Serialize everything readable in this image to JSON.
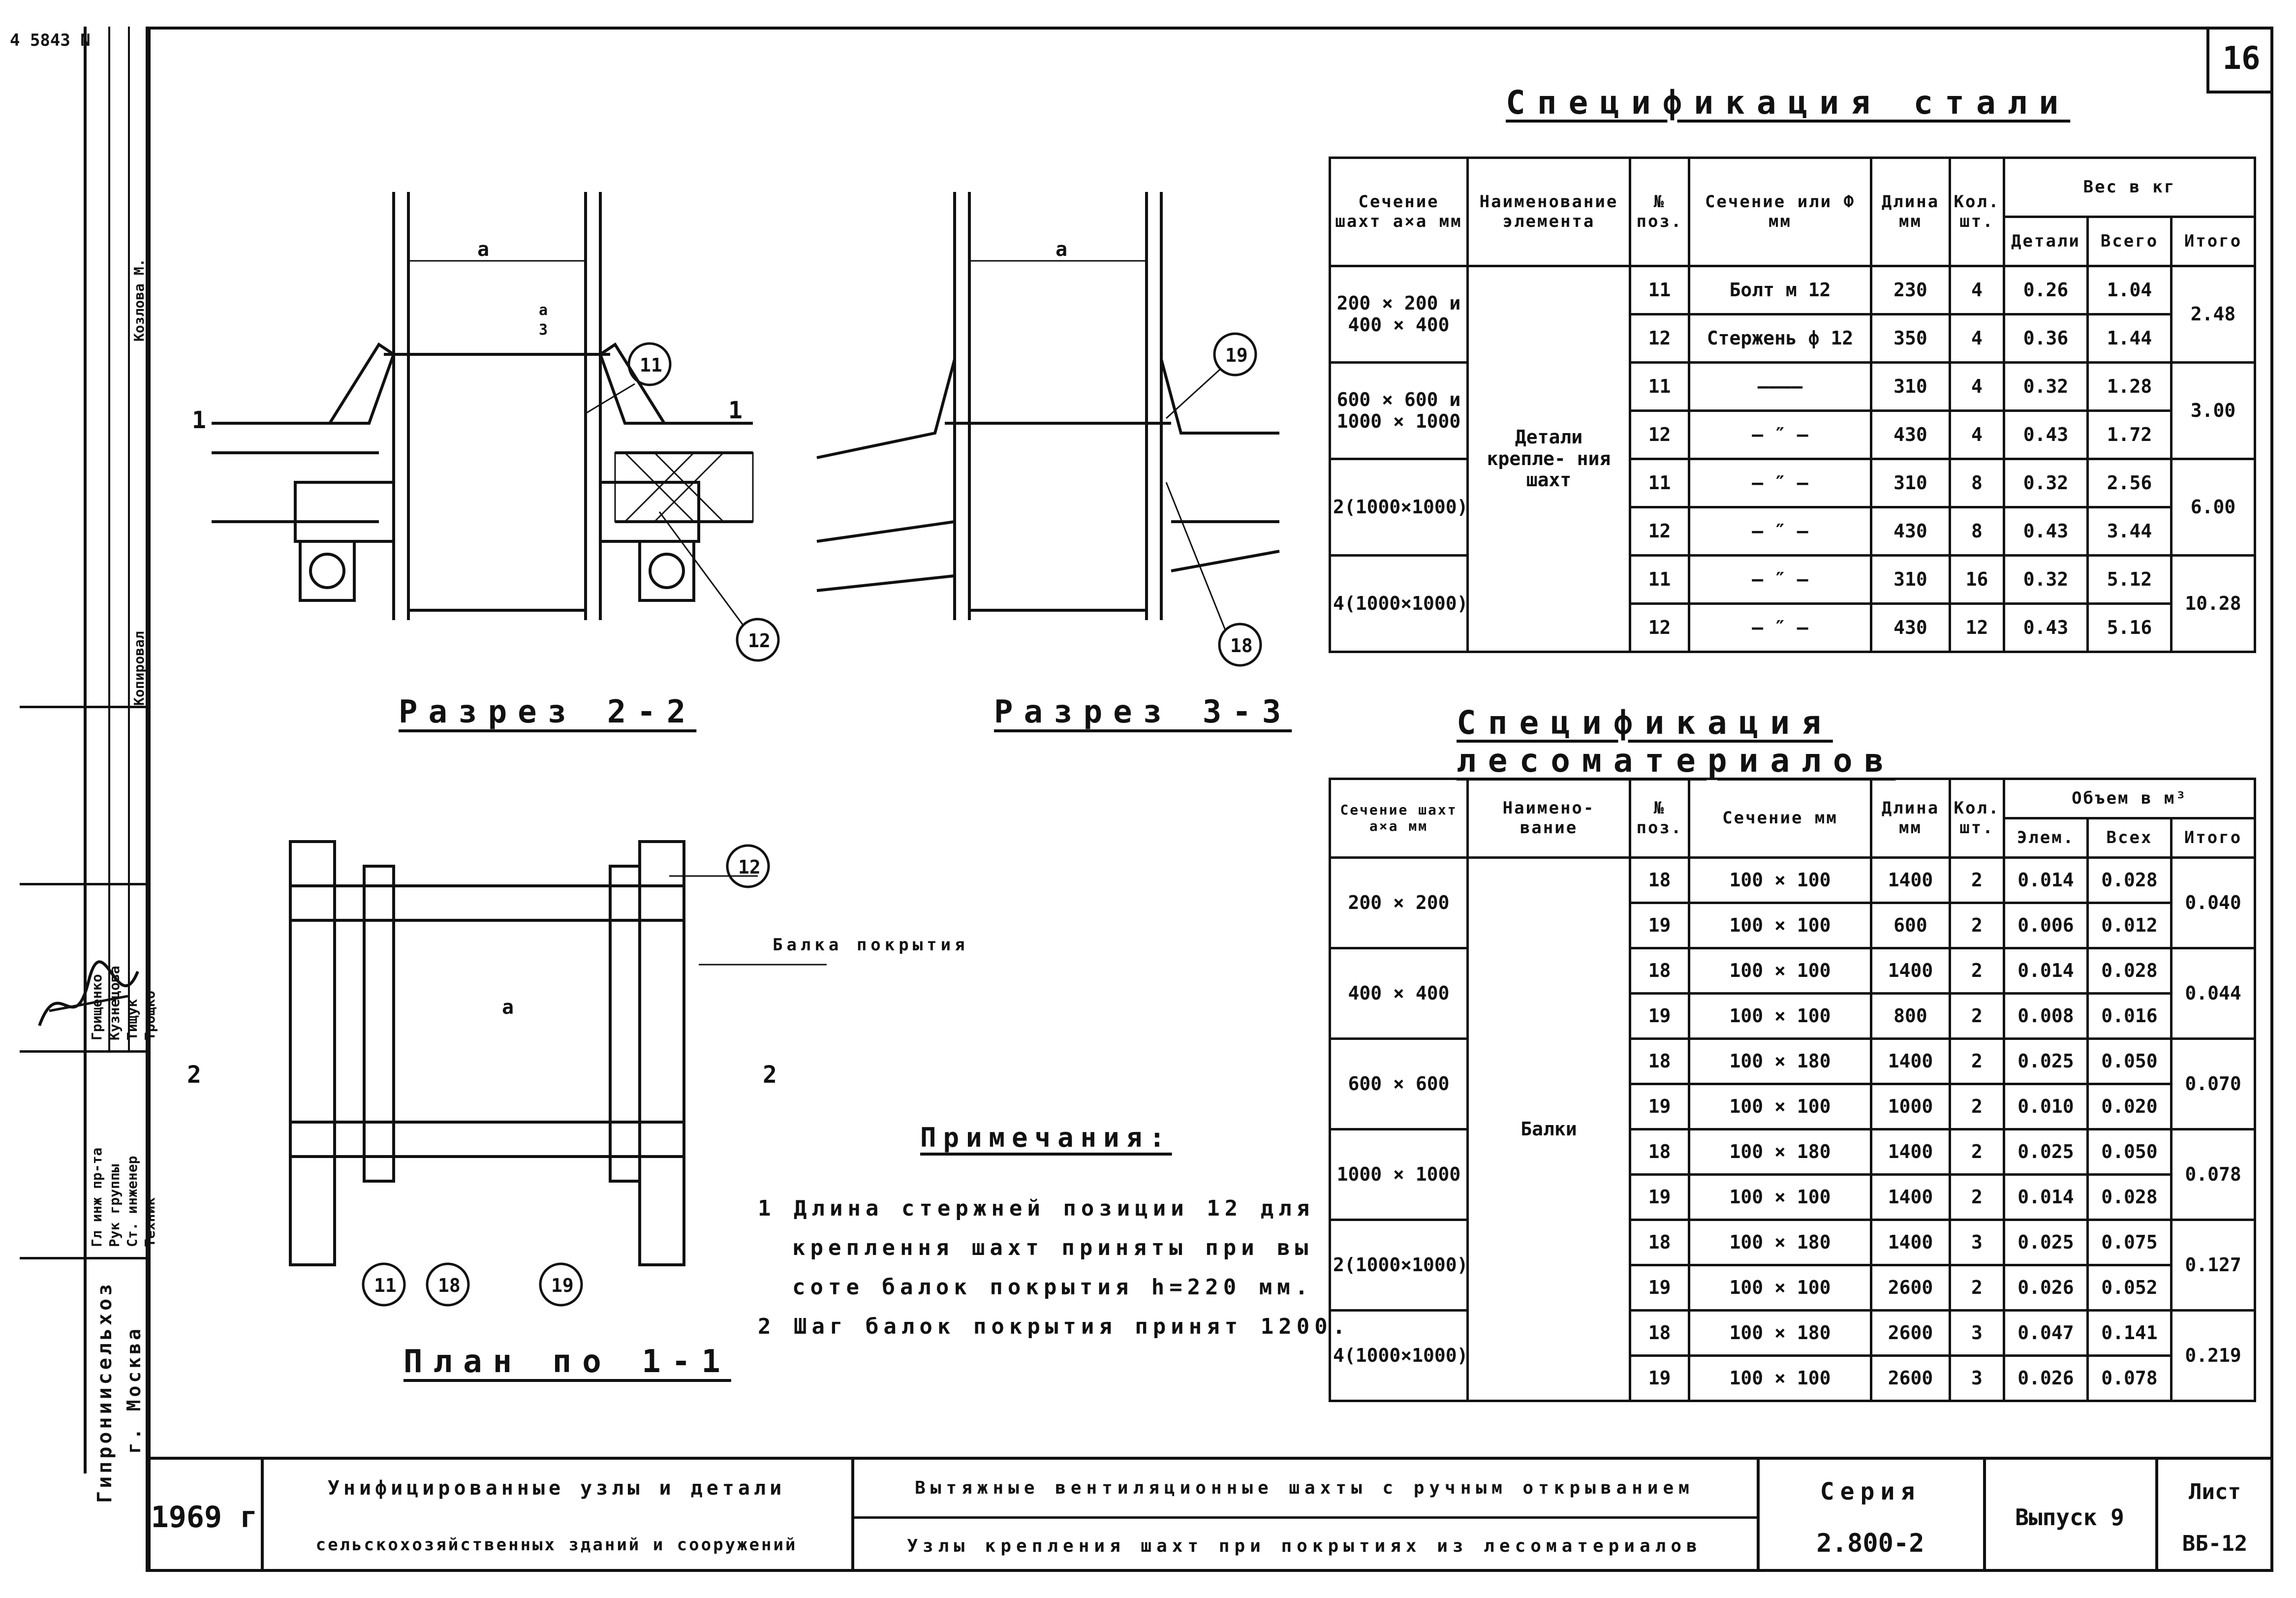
{
  "sheet_number": "16",
  "corner_stamp": "4 5843 N",
  "steel_spec": {
    "title": "Спецификация стали",
    "headers": {
      "section": "Сечение шахт а×а мм",
      "name": "Наименование элемента",
      "pos": "№ поз.",
      "profile": "Сечение или Ф мм",
      "length": "Длина мм",
      "qty": "Кол. шт.",
      "weight": "Вес в кг",
      "detail": "Детали",
      "total": "Всего",
      "grand": "Итого"
    },
    "element_name": "Детали крепле- ния шахт",
    "groups": [
      {
        "section": "200 × 200 и 400 × 400",
        "grand": "2.48",
        "rows": [
          {
            "pos": "11",
            "profile": "Болт м 12",
            "length": "230",
            "qty": "4",
            "detail": "0.26",
            "total": "1.04"
          },
          {
            "pos": "12",
            "profile": "Стержень ф 12",
            "length": "350",
            "qty": "4",
            "detail": "0.36",
            "total": "1.44"
          }
        ]
      },
      {
        "section": "600 × 600 и 1000 × 1000",
        "grand": "3.00",
        "rows": [
          {
            "pos": "11",
            "profile": "————",
            "length": "310",
            "qty": "4",
            "detail": "0.32",
            "total": "1.28"
          },
          {
            "pos": "12",
            "profile": "— ″ —",
            "length": "430",
            "qty": "4",
            "detail": "0.43",
            "total": "1.72"
          }
        ]
      },
      {
        "section": "2(1000×1000)",
        "grand": "6.00",
        "rows": [
          {
            "pos": "11",
            "profile": "— ″ —",
            "length": "310",
            "qty": "8",
            "detail": "0.32",
            "total": "2.56"
          },
          {
            "pos": "12",
            "profile": "— ″ —",
            "length": "430",
            "qty": "8",
            "detail": "0.43",
            "total": "3.44"
          }
        ]
      },
      {
        "section": "4(1000×1000)",
        "grand": "10.28",
        "rows": [
          {
            "pos": "11",
            "profile": "— ″ —",
            "length": "310",
            "qty": "16",
            "detail": "0.32",
            "total": "5.12"
          },
          {
            "pos": "12",
            "profile": "— ″ —",
            "length": "430",
            "qty": "12",
            "detail": "0.43",
            "total": "5.16"
          }
        ]
      }
    ]
  },
  "timber_spec": {
    "title": "Спецификация лесоматериалов",
    "headers": {
      "section": "Сечение шахт а×а мм",
      "name": "Наимено- вание",
      "pos": "№ поз.",
      "profile": "Сечение мм",
      "length": "Длина мм",
      "qty": "Кол. шт.",
      "volume": "Объем в м³",
      "elem": "Элем.",
      "all": "Всех",
      "grand": "Итого"
    },
    "element_name": "Балки",
    "groups": [
      {
        "section": "200 × 200",
        "grand": "0.040",
        "rows": [
          {
            "pos": "18",
            "profile": "100 × 100",
            "length": "1400",
            "qty": "2",
            "elem": "0.014",
            "all": "0.028"
          },
          {
            "pos": "19",
            "profile": "100 × 100",
            "length": "600",
            "qty": "2",
            "elem": "0.006",
            "all": "0.012"
          }
        ]
      },
      {
        "section": "400 × 400",
        "grand": "0.044",
        "rows": [
          {
            "pos": "18",
            "profile": "100 × 100",
            "length": "1400",
            "qty": "2",
            "elem": "0.014",
            "all": "0.028"
          },
          {
            "pos": "19",
            "profile": "100 × 100",
            "length": "800",
            "qty": "2",
            "elem": "0.008",
            "all": "0.016"
          }
        ]
      },
      {
        "section": "600 × 600",
        "grand": "0.070",
        "rows": [
          {
            "pos": "18",
            "profile": "100 × 180",
            "length": "1400",
            "qty": "2",
            "elem": "0.025",
            "all": "0.050"
          },
          {
            "pos": "19",
            "profile": "100 × 100",
            "length": "1000",
            "qty": "2",
            "elem": "0.010",
            "all": "0.020"
          }
        ]
      },
      {
        "section": "1000 × 1000",
        "grand": "0.078",
        "rows": [
          {
            "pos": "18",
            "profile": "100 × 180",
            "length": "1400",
            "qty": "2",
            "elem": "0.025",
            "all": "0.050"
          },
          {
            "pos": "19",
            "profile": "100 × 100",
            "length": "1400",
            "qty": "2",
            "elem": "0.014",
            "all": "0.028"
          }
        ]
      },
      {
        "section": "2(1000×1000)",
        "grand": "0.127",
        "rows": [
          {
            "pos": "18",
            "profile": "100 × 180",
            "length": "1400",
            "qty": "3",
            "elem": "0.025",
            "all": "0.075"
          },
          {
            "pos": "19",
            "profile": "100 × 100",
            "length": "2600",
            "qty": "2",
            "elem": "0.026",
            "all": "0.052"
          }
        ]
      },
      {
        "section": "4(1000×1000)",
        "grand": "0.219",
        "rows": [
          {
            "pos": "18",
            "profile": "100 × 180",
            "length": "2600",
            "qty": "3",
            "elem": "0.047",
            "all": "0.141"
          },
          {
            "pos": "19",
            "profile": "100 × 100",
            "length": "2600",
            "qty": "3",
            "elem": "0.026",
            "all": "0.078"
          }
        ]
      }
    ]
  },
  "drawings": {
    "section_22": "Разрез 2-2",
    "section_33": "Разрез 3-3",
    "plan_11": "План по 1-1",
    "dim_a": "а",
    "dim_a3_num": "а",
    "dim_a3_den": "3",
    "cut_1": "1",
    "cut_2": "2",
    "beam_label": "Балка покрытия",
    "callouts": [
      "11",
      "12",
      "19",
      "18"
    ]
  },
  "notes": {
    "title": "Примечания:",
    "lines": [
      "1 Длина стержней позиции 12 для",
      "креплення шахт приняты при вы",
      "соте балок покрытия h=220 мм.",
      "2 Шаг балок покрытия принят 1200."
    ]
  },
  "stamp": {
    "roles": [
      "Гл инж пр-та",
      "Рук группы",
      "Ст. инженер",
      "Техник"
    ],
    "names": [
      "Грищенко",
      "Кузнецова",
      "Тищук",
      "Трощко"
    ],
    "dept": "Копировал",
    "org": "Гипрониисельхоз",
    "city": "г. Москва",
    "checked": "Козлова М."
  },
  "title_block": {
    "year": "1969 г",
    "subject_1": "Унифицированные узлы и детали",
    "subject_2": "сельскохозяйственных зданий и сооружений",
    "title_1": "Вытяжные вентиляционные шахты с ручным открыванием",
    "title_2": "Узлы крепления шахт при покрытиях из лесоматериалов",
    "series_label": "Серия",
    "series": "2.800-2",
    "issue": "Выпуск 9",
    "sheet_label": "Лист",
    "sheet": "ВБ-12"
  }
}
